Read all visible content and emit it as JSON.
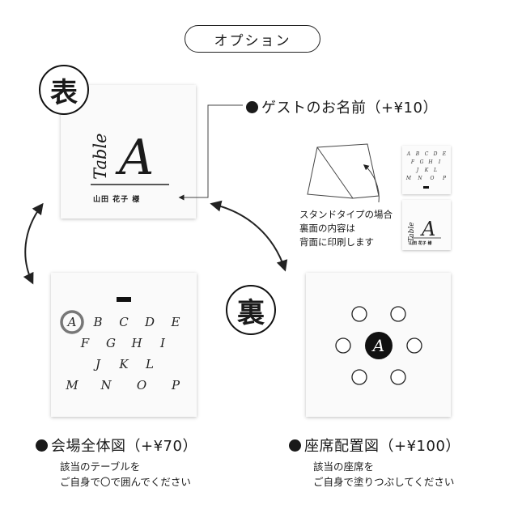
{
  "header": {
    "option_label": "オプション"
  },
  "badges": {
    "front": "表",
    "back": "裏"
  },
  "front_card": {
    "script_word": "Table",
    "monogram": "A",
    "guest_name": "山田 花子 様"
  },
  "guest_option": {
    "label": "ゲストのお名前（+¥10）"
  },
  "stand_note": {
    "lines": [
      "スタンドタイプの場合",
      "裏面の内容は",
      "背面に印刷します"
    ]
  },
  "venue_map": {
    "label": "会場全体図（+¥70）",
    "desc_lines": [
      "該当のテーブルを",
      "ご自身で〇で囲んでください"
    ],
    "tables": [
      "A",
      "B",
      "C",
      "D",
      "E",
      "F",
      "G",
      "H",
      "I",
      "J",
      "K",
      "L",
      "M",
      "N",
      "O",
      "P"
    ]
  },
  "seat_chart": {
    "label": "座席配置図（+¥100）",
    "desc_lines": [
      "該当の座席を",
      "ご自身で塗りつぶしてください"
    ],
    "monogram": "A",
    "seat_count": 6
  },
  "thumbnail": {
    "guest_name": "山田 花子 様",
    "monogram": "A"
  },
  "colors": {
    "ink": "#1a1a1a",
    "circle_gray": "#777777",
    "card": "#fafafa"
  }
}
